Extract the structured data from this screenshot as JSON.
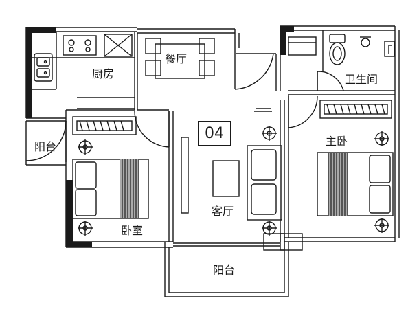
{
  "unit_number": "04",
  "rooms": {
    "kitchen": "厨房",
    "dining": "餐厅",
    "bathroom": "卫生间",
    "master_bedroom": "主卧",
    "bedroom": "卧室",
    "living_room": "客厅",
    "balcony_left": "阳台",
    "balcony_bottom": "阳台"
  },
  "colors": {
    "wall": "#1a1a1a",
    "thick_wall": "#2a2a2a",
    "line": "#333333",
    "background": "#ffffff"
  }
}
